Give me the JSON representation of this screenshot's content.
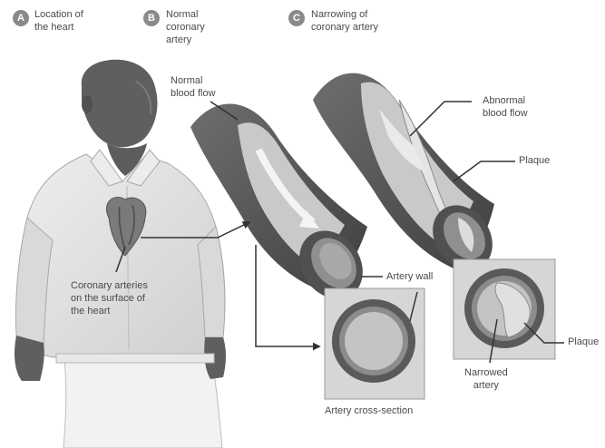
{
  "panels": [
    {
      "badge": "A",
      "title": "Location of\nthe heart"
    },
    {
      "badge": "B",
      "title": "Normal\ncoronary\nartery"
    },
    {
      "badge": "C",
      "title": "Narrowing of\ncoronary artery"
    }
  ],
  "labels": {
    "normal_blood_flow": "Normal\nblood flow",
    "abnormal_blood_flow": "Abnormal\nblood flow",
    "plaque_top": "Plaque",
    "plaque_bottom": "Plaque",
    "artery_wall": "Artery wall",
    "coronary_arteries": "Coronary arteries\non the surface of\nthe heart",
    "narrowed_artery": "Narrowed\nartery",
    "cross_section": "Artery cross-section"
  },
  "colors": {
    "artery_wall": "#5a5a5a",
    "artery_inner": "#c9c9c9",
    "plaque": "#dcdcdc",
    "skin": "#5f5f5f",
    "shirt": "#e2e2e2",
    "inset_bg": "#d6d6d6",
    "leader": "#333333"
  }
}
